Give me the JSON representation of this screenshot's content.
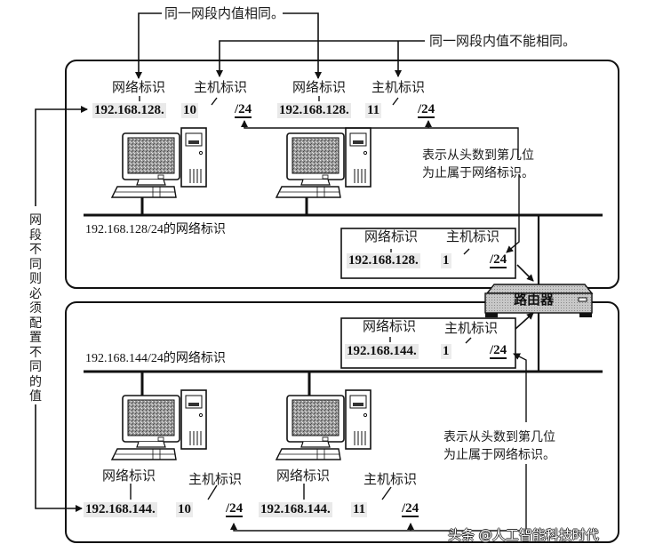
{
  "callouts": {
    "same_in_segment": "同一网段内值相同。",
    "not_same_in_segment": "同一网段内值不能相同。",
    "prefix_explain_top": [
      "表示从头数到第几位",
      "为止属于网络标识。"
    ],
    "prefix_explain_bottom": [
      "表示从头数到第几位",
      "为止属于网络标识。"
    ],
    "segment_rule_vertical": "网段不同则必须配置不同的值"
  },
  "labels": {
    "network_id": "网络标识",
    "host_id": "主机标识"
  },
  "router": {
    "label": "路由器"
  },
  "segments": [
    {
      "network_label": "192.168.128/24的网络标识",
      "hosts": [
        {
          "network_part": "192.168.128.",
          "host_part": "10",
          "prefix": "/24"
        },
        {
          "network_part": "192.168.128.",
          "host_part": "11",
          "prefix": "/24"
        }
      ],
      "router_interface": {
        "network_part": "192.168.128.",
        "host_part": "1",
        "prefix": "/24"
      }
    },
    {
      "network_label": "192.168.144/24的网络标识",
      "hosts": [
        {
          "network_part": "192.168.144.",
          "host_part": "10",
          "prefix": "/24"
        },
        {
          "network_part": "192.168.144.",
          "host_part": "11",
          "prefix": "/24"
        }
      ],
      "router_interface": {
        "network_part": "192.168.144.",
        "host_part": "1",
        "prefix": "/24"
      }
    }
  ],
  "watermark": "头条 @人工智能科技时代",
  "icons": {
    "computer": "desktop-computer-icon",
    "router": "router-device-icon"
  }
}
